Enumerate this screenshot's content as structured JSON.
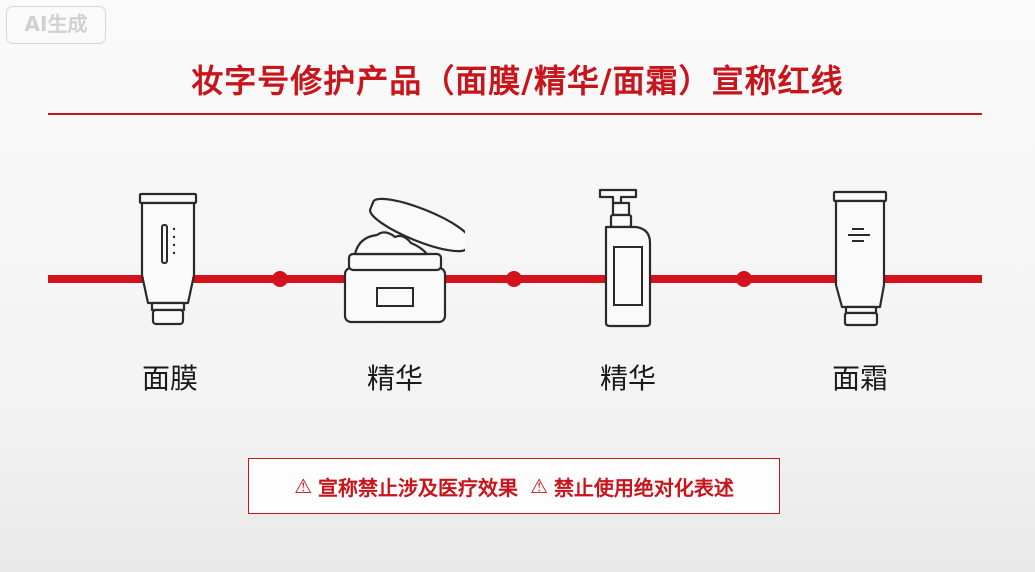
{
  "watermark": "AI生成",
  "title": "妆字号修护产品（面膜/精华/面霜）宣称红线",
  "accent_color": "#c8141b",
  "products": [
    {
      "label": "面膜",
      "icon": "tube-icon"
    },
    {
      "label": "精华",
      "icon": "jar-icon"
    },
    {
      "label": "精华",
      "icon": "pump-bottle-icon"
    },
    {
      "label": "面霜",
      "icon": "cream-tube-icon"
    }
  ],
  "warnings": [
    {
      "icon": "warning-icon",
      "symbol": "⚠",
      "text": "宣称禁止涉及医疗效果"
    },
    {
      "icon": "warning-icon",
      "symbol": "⚠",
      "text": "禁止使用绝对化表述"
    }
  ]
}
